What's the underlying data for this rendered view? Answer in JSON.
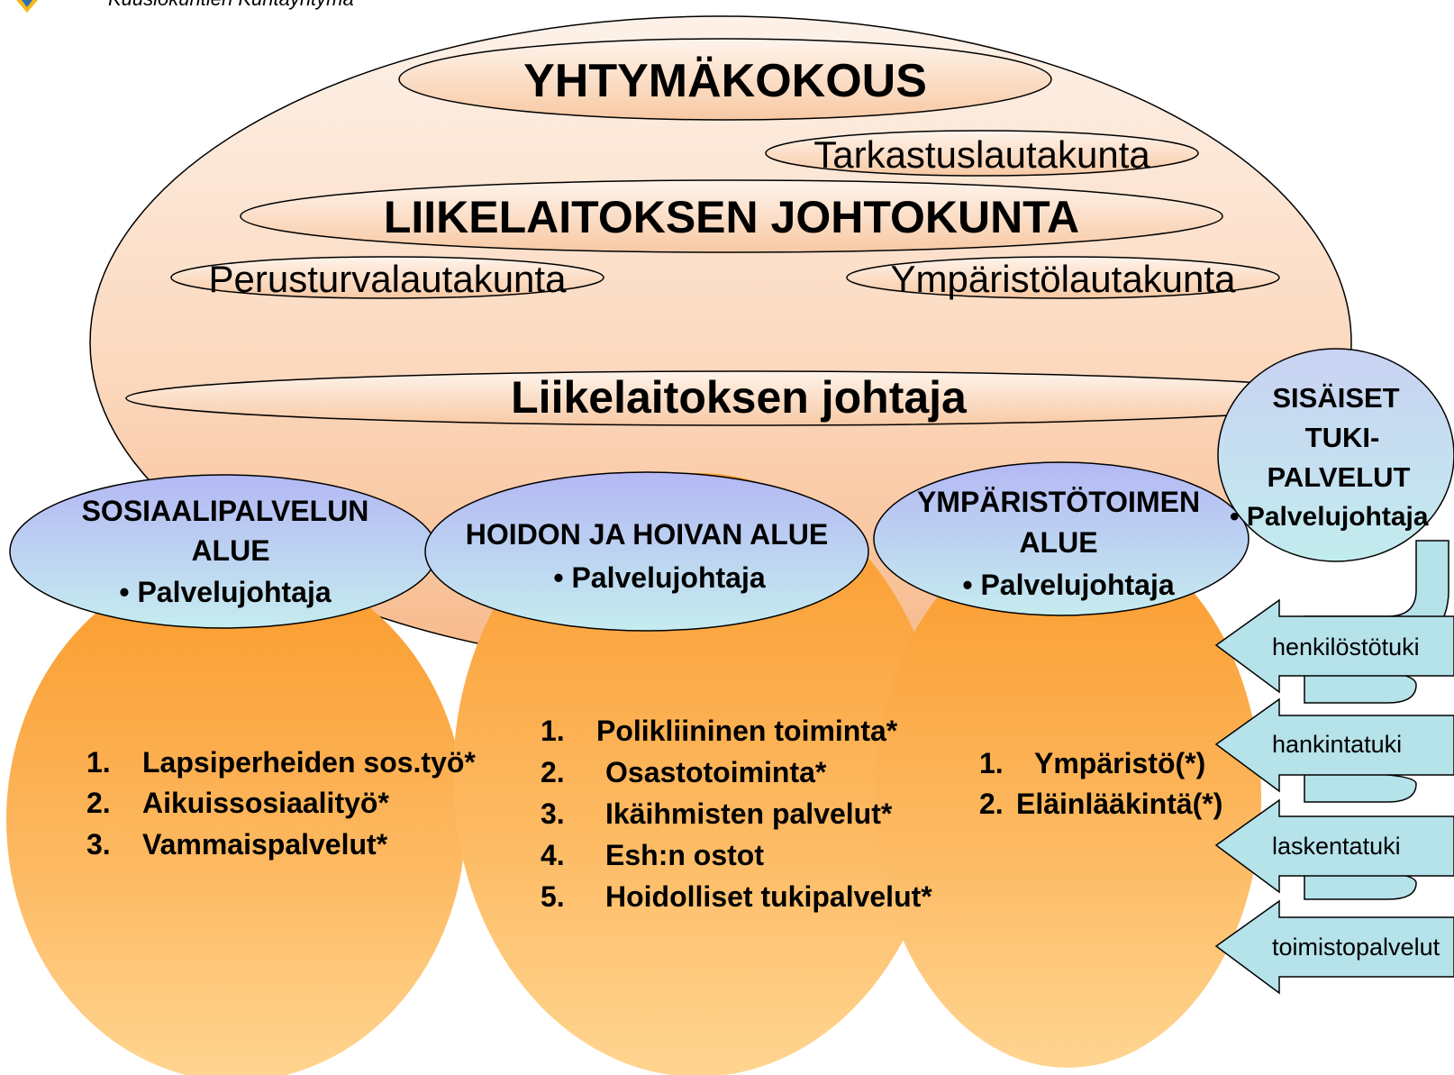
{
  "colors": {
    "outer_light": "#fde9d9",
    "outer_dark": "#f7b98a",
    "area_dark": "#fa9a2b",
    "area_light": "#ffd591",
    "header_top": "#b4b8f4",
    "header_bottom": "#c5ecef",
    "arrow_fill": "#b6e2ea",
    "logo_blue": "#2b6fb6",
    "logo_yellow": "#f3b818"
  },
  "logo_text": "Kuusiokuntien Kuntayhtymä",
  "council": {
    "assembly": "YHTYMÄKOKOUS",
    "audit_board": "Tarkastuslautakunta",
    "board": "LIIKELAITOKSEN JOHTOKUNTA",
    "basic_security_board": "Perusturvalautakunta",
    "environment_board": "Ympäristölautakunta",
    "director": "Liikelaitoksen johtaja"
  },
  "areas": {
    "social": {
      "title_line1": "SOSIAALIPALVELUN",
      "title_line2": "ALUE",
      "manager": "• Palvelujohtaja",
      "items": [
        {
          "num": "1.",
          "label": "Lapsiperheiden sos.työ*"
        },
        {
          "num": "2.",
          "label": "Aikuissosiaalityö*"
        },
        {
          "num": "3.",
          "label": "Vammaispalvelut*"
        }
      ]
    },
    "care": {
      "title_line1": "HOIDON JA HOIVAN ALUE",
      "manager": "• Palvelujohtaja",
      "items": [
        {
          "num": "1.",
          "label": "Polikliininen toiminta*"
        },
        {
          "num": "2.",
          "label": "Osastotoiminta*"
        },
        {
          "num": "3.",
          "label": "Ikäihmisten palvelut*"
        },
        {
          "num": "4.",
          "label": "Esh:n ostot"
        },
        {
          "num": "5.",
          "label": "Hoidolliset tukipalvelut*"
        }
      ]
    },
    "environment": {
      "title_line1": "YMPÄRISTÖTOIMEN",
      "title_line2": "ALUE",
      "manager": "• Palvelujohtaja",
      "items": [
        {
          "num": "1.",
          "label": "Ympäristö(*)"
        },
        {
          "num": "2.",
          "label": "Eläinlääkintä(*)"
        }
      ]
    }
  },
  "support": {
    "title_line1": "SISÄISET",
    "title_line2": "TUKI-",
    "title_line3": "PALVELUT",
    "manager": "• Palvelujohtaja",
    "arrows": [
      "henkilöstötuki",
      "hankintatuki",
      "laskentatuki",
      "toimistopalvelut"
    ]
  }
}
